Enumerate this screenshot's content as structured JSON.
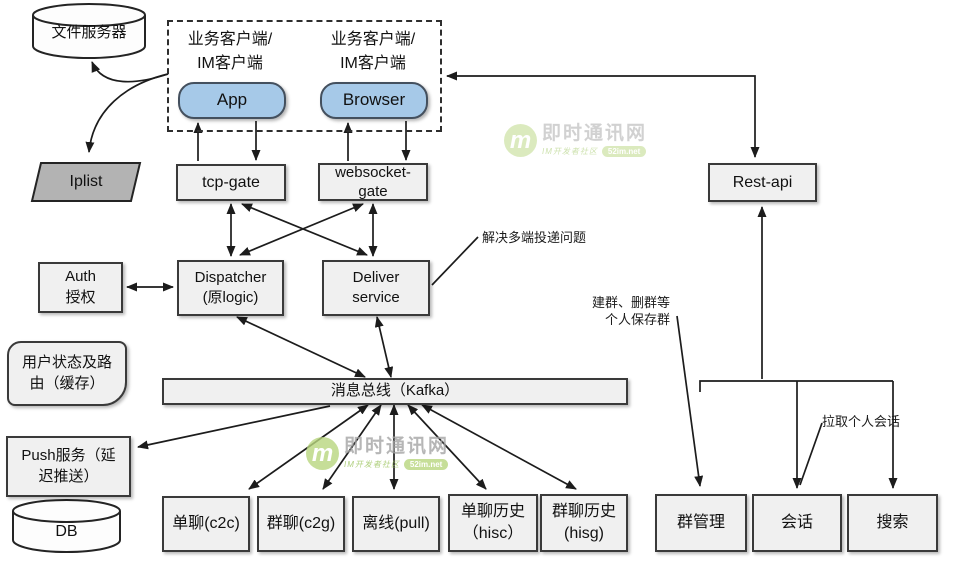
{
  "nodes": {
    "file_server": {
      "label": "文件服务器"
    },
    "iplist": {
      "label": "Iplist"
    },
    "client_box": {
      "group_label": "业务客户端/\nIM客户端",
      "app_label": "App",
      "browser_label": "Browser"
    },
    "tcp_gate": {
      "label": "tcp-gate"
    },
    "websocket_gate": {
      "label": "websocket-\ngate"
    },
    "auth": {
      "label": "Auth\n授权"
    },
    "dispatcher": {
      "label": "Dispatcher\n(原logic)"
    },
    "deliver": {
      "label": "Deliver\nservice"
    },
    "user_status": {
      "label": "用户状态及路\n由（缓存）"
    },
    "kafka_bus": {
      "label": "消息总线（Kafka）"
    },
    "push_service": {
      "label": "Push服务（延\n迟推送）"
    },
    "db": {
      "label": "DB"
    },
    "single_chat": {
      "label": "单聊(c2c)"
    },
    "group_chat": {
      "label": "群聊(c2g)"
    },
    "offline": {
      "label": "离线(pull)"
    },
    "single_history": {
      "label": "单聊历史\n（hisc）"
    },
    "group_history": {
      "label": "群聊历史\n(hisg)"
    },
    "rest_api": {
      "label": "Rest-api"
    },
    "group_mgmt": {
      "label": "群管理"
    },
    "session": {
      "label": "会话"
    },
    "search": {
      "label": "搜索"
    }
  },
  "annotations": {
    "deliver_note": "解决多端投递问题",
    "group_note": "建群、删群等\n个人保存群",
    "session_note": "拉取个人会话"
  },
  "watermark": {
    "logo_letter": "m",
    "title": "即时通讯网",
    "subtitle": "IM开发者社区",
    "badge": "52im.net"
  },
  "colors": {
    "node_fill": "#f0f0f0",
    "node_border": "#3a3a3a",
    "client_fill": "#a6c9e8",
    "iplist_fill": "#b3b3b3",
    "cylinder_fill": "#fdfdfd",
    "arrow_color": "#1c1c1c",
    "watermark_green": "#b9d77f",
    "watermark_gray": "#a5a5a5"
  }
}
